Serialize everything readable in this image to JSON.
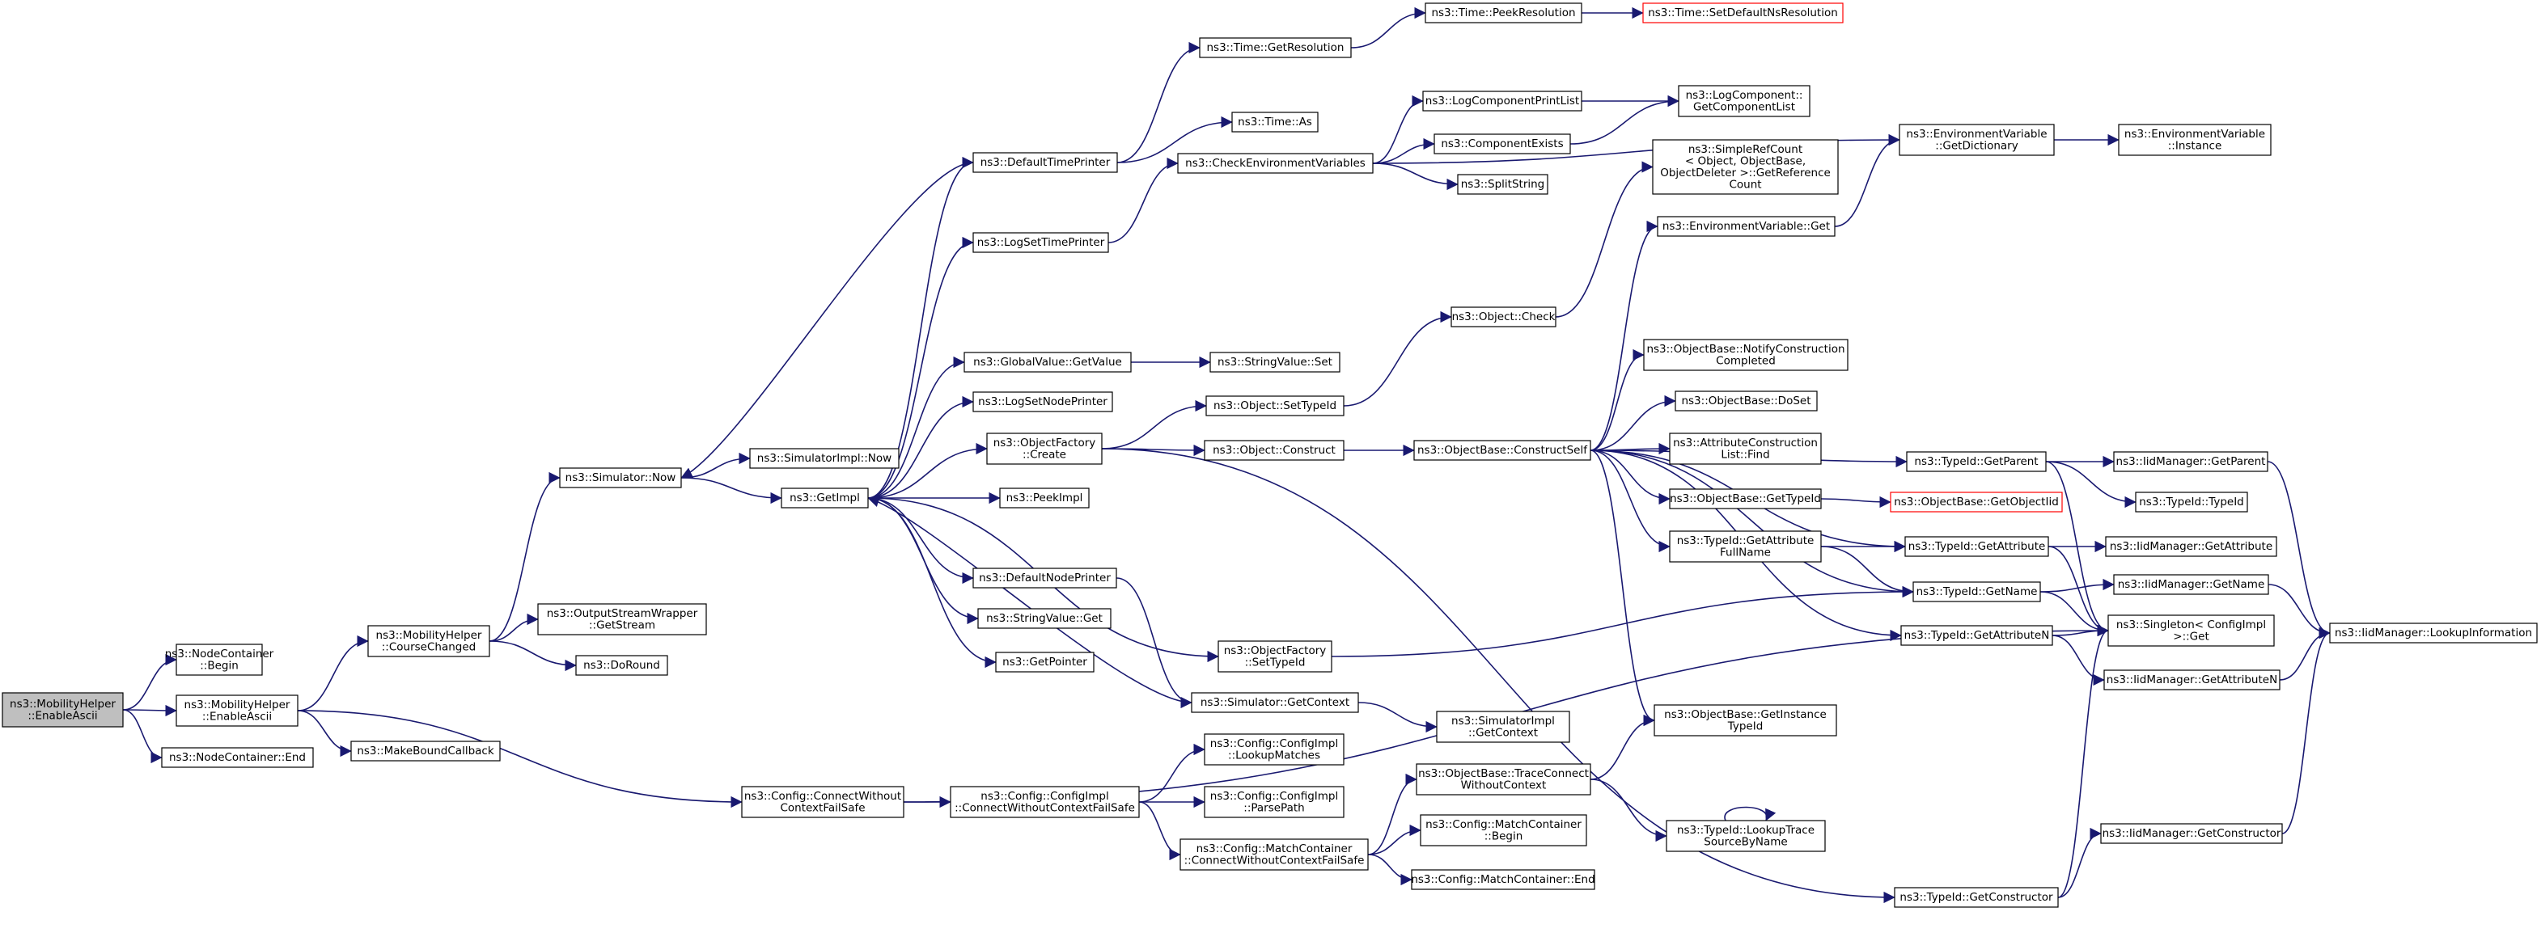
{
  "graph": {
    "nodes": [
      {
        "id": "root",
        "lines": [
          "ns3::MobilityHelper",
          "::EnableAscii"
        ],
        "style": "root"
      },
      {
        "id": "nc_begin",
        "lines": [
          "ns3::NodeContainer",
          "::Begin"
        ]
      },
      {
        "id": "mh_enable",
        "lines": [
          "ns3::MobilityHelper",
          "::EnableAscii"
        ]
      },
      {
        "id": "nc_end",
        "lines": [
          "ns3::NodeContainer::End"
        ]
      },
      {
        "id": "mh_course",
        "lines": [
          "ns3::MobilityHelper",
          "::CourseChanged"
        ]
      },
      {
        "id": "make_bound",
        "lines": [
          "ns3::MakeBoundCallback"
        ]
      },
      {
        "id": "sim_now",
        "lines": [
          "ns3::Simulator::Now"
        ]
      },
      {
        "id": "oswrap",
        "lines": [
          "ns3::OutputStreamWrapper",
          "::GetStream"
        ]
      },
      {
        "id": "doround",
        "lines": [
          "ns3::DoRound"
        ]
      },
      {
        "id": "cfg_connect",
        "lines": [
          "ns3::Config::ConnectWithout",
          "ContextFailSafe"
        ]
      },
      {
        "id": "simimpl_now",
        "lines": [
          "ns3::SimulatorImpl::Now"
        ]
      },
      {
        "id": "getimpl",
        "lines": [
          "ns3::GetImpl"
        ]
      },
      {
        "id": "cfgimpl_connect",
        "lines": [
          "ns3::Config::ConfigImpl",
          "::ConnectWithoutContextFailSafe"
        ]
      },
      {
        "id": "default_time_printer",
        "lines": [
          "ns3::DefaultTimePrinter"
        ]
      },
      {
        "id": "log_set_time_printer",
        "lines": [
          "ns3::LogSetTimePrinter"
        ]
      },
      {
        "id": "gv_getvalue",
        "lines": [
          "ns3::GlobalValue::GetValue"
        ]
      },
      {
        "id": "log_set_node_printer",
        "lines": [
          "ns3::LogSetNodePrinter"
        ]
      },
      {
        "id": "of_create",
        "lines": [
          "ns3::ObjectFactory",
          "::Create"
        ]
      },
      {
        "id": "peekimpl",
        "lines": [
          "ns3::PeekImpl"
        ]
      },
      {
        "id": "default_node_printer",
        "lines": [
          "ns3::DefaultNodePrinter"
        ]
      },
      {
        "id": "stringvalue_get",
        "lines": [
          "ns3::StringValue::Get"
        ]
      },
      {
        "id": "getpointer",
        "lines": [
          "ns3::GetPointer"
        ]
      },
      {
        "id": "cfgimpl_lookup",
        "lines": [
          "ns3::Config::ConfigImpl",
          "::LookupMatches"
        ]
      },
      {
        "id": "cfgimpl_parse",
        "lines": [
          "ns3::Config::ConfigImpl",
          "::ParsePath"
        ]
      },
      {
        "id": "mc_connect",
        "lines": [
          "ns3::Config::MatchContainer",
          "::ConnectWithoutContextFailSafe"
        ]
      },
      {
        "id": "time_getres",
        "lines": [
          "ns3::Time::GetResolution"
        ]
      },
      {
        "id": "time_as",
        "lines": [
          "ns3::Time::As"
        ]
      },
      {
        "id": "check_env",
        "lines": [
          "ns3::CheckEnvironmentVariables"
        ]
      },
      {
        "id": "stringvalue_set",
        "lines": [
          "ns3::StringValue::Set"
        ]
      },
      {
        "id": "object_settypeid",
        "lines": [
          "ns3::Object::SetTypeId"
        ]
      },
      {
        "id": "object_construct",
        "lines": [
          "ns3::Object::Construct"
        ]
      },
      {
        "id": "of_settypeid",
        "lines": [
          "ns3::ObjectFactory",
          "::SetTypeId"
        ]
      },
      {
        "id": "sim_getcontext",
        "lines": [
          "ns3::Simulator::GetContext"
        ]
      },
      {
        "id": "time_peekres",
        "lines": [
          "ns3::Time::PeekResolution"
        ]
      },
      {
        "id": "log_comp_print",
        "lines": [
          "ns3::LogComponentPrintList"
        ]
      },
      {
        "id": "comp_exists",
        "lines": [
          "ns3::ComponentExists"
        ]
      },
      {
        "id": "splitstring",
        "lines": [
          "ns3::SplitString"
        ]
      },
      {
        "id": "object_check",
        "lines": [
          "ns3::Object::Check"
        ]
      },
      {
        "id": "ob_constructself",
        "lines": [
          "ns3::ObjectBase::ConstructSelf"
        ]
      },
      {
        "id": "simimpl_getcontext",
        "lines": [
          "ns3::SimulatorImpl",
          "::GetContext"
        ]
      },
      {
        "id": "ob_traceconnect",
        "lines": [
          "ns3::ObjectBase::TraceConnect",
          "WithoutContext"
        ]
      },
      {
        "id": "mc_begin",
        "lines": [
          "ns3::Config::MatchContainer",
          "::Begin"
        ]
      },
      {
        "id": "mc_end",
        "lines": [
          "ns3::Config::MatchContainer::End"
        ]
      },
      {
        "id": "time_setdefault",
        "lines": [
          "ns3::Time::SetDefaultNsResolution"
        ],
        "style": "red"
      },
      {
        "id": "logcomp_getlist",
        "lines": [
          "ns3::LogComponent::",
          "GetComponentList"
        ]
      },
      {
        "id": "simplerefcount",
        "lines": [
          "ns3::SimpleRefCount",
          "< Object, ObjectBase,",
          "ObjectDeleter >::GetReference",
          "Count"
        ]
      },
      {
        "id": "env_get",
        "lines": [
          "ns3::EnvironmentVariable::Get"
        ]
      },
      {
        "id": "ob_notify",
        "lines": [
          "ns3::ObjectBase::NotifyConstruction",
          "Completed"
        ]
      },
      {
        "id": "ob_doset",
        "lines": [
          "ns3::ObjectBase::DoSet"
        ]
      },
      {
        "id": "attr_find",
        "lines": [
          "ns3::AttributeConstruction",
          "List::Find"
        ]
      },
      {
        "id": "ob_gettypeid",
        "lines": [
          "ns3::ObjectBase::GetTypeId"
        ]
      },
      {
        "id": "tid_getattrfullname",
        "lines": [
          "ns3::TypeId::GetAttribute",
          "FullName"
        ]
      },
      {
        "id": "ob_getinstance",
        "lines": [
          "ns3::ObjectBase::GetInstance",
          "TypeId"
        ]
      },
      {
        "id": "tid_lookuptrace",
        "lines": [
          "ns3::TypeId::LookupTrace",
          "SourceByName"
        ]
      },
      {
        "id": "env_getdict",
        "lines": [
          "ns3::EnvironmentVariable",
          "::GetDictionary"
        ]
      },
      {
        "id": "tid_getparent",
        "lines": [
          "ns3::TypeId::GetParent"
        ]
      },
      {
        "id": "ob_getobjectiid",
        "lines": [
          "ns3::ObjectBase::GetObjectIid"
        ],
        "style": "red"
      },
      {
        "id": "tid_getattribute",
        "lines": [
          "ns3::TypeId::GetAttribute"
        ]
      },
      {
        "id": "tid_getname",
        "lines": [
          "ns3::TypeId::GetName"
        ]
      },
      {
        "id": "tid_getattributen",
        "lines": [
          "ns3::TypeId::GetAttributeN"
        ]
      },
      {
        "id": "tid_getconstructor",
        "lines": [
          "ns3::TypeId::GetConstructor"
        ]
      },
      {
        "id": "env_instance",
        "lines": [
          "ns3::EnvironmentVariable",
          "::Instance"
        ]
      },
      {
        "id": "iid_getparent",
        "lines": [
          "ns3::IidManager::GetParent"
        ]
      },
      {
        "id": "tid_typeid",
        "lines": [
          "ns3::TypeId::TypeId"
        ]
      },
      {
        "id": "iid_getattribute",
        "lines": [
          "ns3::IidManager::GetAttribute"
        ]
      },
      {
        "id": "iid_getname",
        "lines": [
          "ns3::IidManager::GetName"
        ]
      },
      {
        "id": "singleton_get",
        "lines": [
          "ns3::Singleton< ConfigImpl",
          " >::Get"
        ]
      },
      {
        "id": "iid_getattributen",
        "lines": [
          "ns3::IidManager::GetAttributeN"
        ]
      },
      {
        "id": "iid_getconstructor",
        "lines": [
          "ns3::IidManager::GetConstructor"
        ]
      },
      {
        "id": "iid_lookupinfo",
        "lines": [
          "ns3::IidManager::LookupInformation"
        ]
      }
    ],
    "edges": [
      [
        "root",
        "nc_begin"
      ],
      [
        "root",
        "mh_enable"
      ],
      [
        "root",
        "nc_end"
      ],
      [
        "mh_enable",
        "mh_course"
      ],
      [
        "mh_enable",
        "make_bound"
      ],
      [
        "mh_enable",
        "cfg_connect"
      ],
      [
        "mh_course",
        "sim_now"
      ],
      [
        "mh_course",
        "oswrap"
      ],
      [
        "mh_course",
        "doround"
      ],
      [
        "sim_now",
        "simimpl_now"
      ],
      [
        "sim_now",
        "getimpl"
      ],
      [
        "default_time_printer",
        "sim_now"
      ],
      [
        "cfg_connect",
        "cfgimpl_connect"
      ],
      [
        "cfg_connect",
        "singleton_get"
      ],
      [
        "getimpl",
        "default_time_printer"
      ],
      [
        "getimpl",
        "log_set_time_printer"
      ],
      [
        "getimpl",
        "gv_getvalue"
      ],
      [
        "getimpl",
        "log_set_node_printer"
      ],
      [
        "getimpl",
        "of_create"
      ],
      [
        "getimpl",
        "peekimpl"
      ],
      [
        "getimpl",
        "default_node_printer"
      ],
      [
        "getimpl",
        "stringvalue_get"
      ],
      [
        "getimpl",
        "getpointer"
      ],
      [
        "getimpl",
        "of_settypeid"
      ],
      [
        "sim_getcontext",
        "getimpl"
      ],
      [
        "cfgimpl_connect",
        "cfgimpl_lookup"
      ],
      [
        "cfgimpl_connect",
        "cfgimpl_parse"
      ],
      [
        "cfgimpl_connect",
        "mc_connect"
      ],
      [
        "default_time_printer",
        "time_getres"
      ],
      [
        "default_time_printer",
        "time_as"
      ],
      [
        "log_set_time_printer",
        "check_env"
      ],
      [
        "gv_getvalue",
        "stringvalue_set"
      ],
      [
        "of_create",
        "object_settypeid"
      ],
      [
        "of_create",
        "object_construct"
      ],
      [
        "of_create",
        "tid_getconstructor"
      ],
      [
        "default_node_printer",
        "sim_getcontext"
      ],
      [
        "of_settypeid",
        "tid_getname"
      ],
      [
        "sim_getcontext",
        "simimpl_getcontext"
      ],
      [
        "mc_connect",
        "ob_traceconnect"
      ],
      [
        "mc_connect",
        "mc_begin"
      ],
      [
        "mc_connect",
        "mc_end"
      ],
      [
        "time_getres",
        "time_peekres"
      ],
      [
        "time_peekres",
        "time_setdefault"
      ],
      [
        "check_env",
        "log_comp_print"
      ],
      [
        "check_env",
        "comp_exists"
      ],
      [
        "check_env",
        "splitstring"
      ],
      [
        "check_env",
        "env_getdict"
      ],
      [
        "log_comp_print",
        "logcomp_getlist"
      ],
      [
        "comp_exists",
        "logcomp_getlist"
      ],
      [
        "object_settypeid",
        "object_check"
      ],
      [
        "object_construct",
        "ob_constructself"
      ],
      [
        "object_check",
        "simplerefcount"
      ],
      [
        "ob_constructself",
        "env_get"
      ],
      [
        "ob_constructself",
        "ob_notify"
      ],
      [
        "ob_constructself",
        "ob_doset"
      ],
      [
        "ob_constructself",
        "attr_find"
      ],
      [
        "ob_constructself",
        "ob_gettypeid"
      ],
      [
        "ob_constructself",
        "tid_getattrfullname"
      ],
      [
        "ob_constructself",
        "ob_getinstance"
      ],
      [
        "ob_constructself",
        "tid_getparent"
      ],
      [
        "ob_constructself",
        "tid_getattribute"
      ],
      [
        "ob_constructself",
        "tid_getname"
      ],
      [
        "ob_constructself",
        "tid_getattributen"
      ],
      [
        "ob_traceconnect",
        "ob_getinstance"
      ],
      [
        "ob_traceconnect",
        "tid_lookuptrace"
      ],
      [
        "tid_lookuptrace",
        "tid_lookuptrace"
      ],
      [
        "env_get",
        "env_getdict"
      ],
      [
        "env_getdict",
        "env_instance"
      ],
      [
        "ob_gettypeid",
        "ob_getobjectiid"
      ],
      [
        "tid_getattrfullname",
        "tid_getattribute"
      ],
      [
        "tid_getattrfullname",
        "tid_getname"
      ],
      [
        "tid_getparent",
        "iid_getparent"
      ],
      [
        "tid_getparent",
        "tid_typeid"
      ],
      [
        "tid_getparent",
        "singleton_get"
      ],
      [
        "tid_getattribute",
        "iid_getattribute"
      ],
      [
        "tid_getattribute",
        "singleton_get"
      ],
      [
        "tid_getname",
        "iid_getname"
      ],
      [
        "tid_getname",
        "singleton_get"
      ],
      [
        "tid_getattributen",
        "singleton_get"
      ],
      [
        "tid_getattributen",
        "iid_getattributen"
      ],
      [
        "tid_getconstructor",
        "iid_getconstructor"
      ],
      [
        "tid_getconstructor",
        "singleton_get"
      ],
      [
        "iid_getparent",
        "iid_lookupinfo"
      ],
      [
        "iid_getname",
        "iid_lookupinfo"
      ],
      [
        "iid_getattributen",
        "iid_lookupinfo"
      ],
      [
        "iid_getconstructor",
        "iid_lookupinfo"
      ]
    ]
  }
}
